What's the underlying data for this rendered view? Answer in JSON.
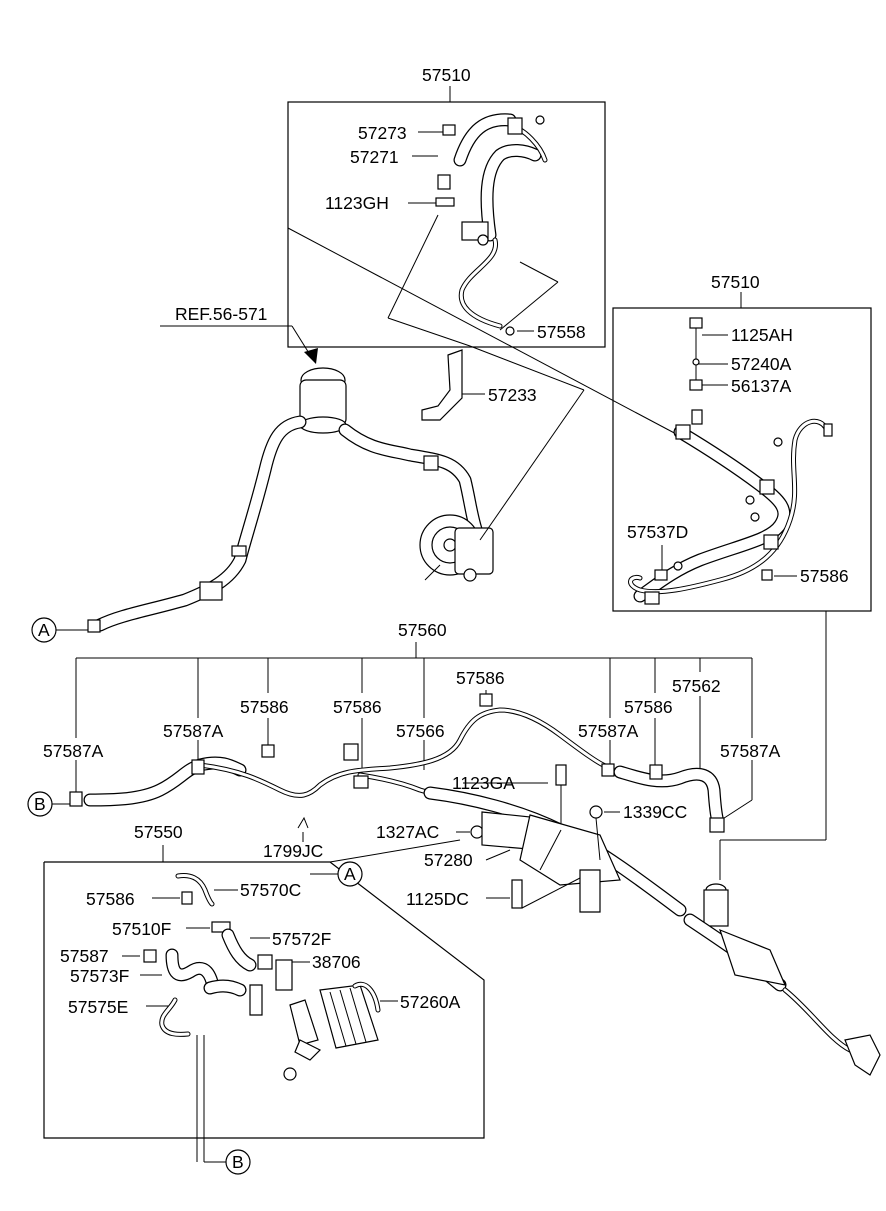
{
  "refs": {
    "ref_56_571": "REF.56-571",
    "circle_a": "A",
    "circle_b": "B"
  },
  "parts": {
    "p57510_top": "57510",
    "p57273": "57273",
    "p57271": "57271",
    "p1123GH": "1123GH",
    "p57558": "57558",
    "p57233": "57233",
    "p57510_right": "57510",
    "p1125AH": "1125AH",
    "p57240A": "57240A",
    "p56137A": "56137A",
    "p57537D": "57537D",
    "p57586_right": "57586",
    "p57560": "57560",
    "p57587A_1": "57587A",
    "p57587A_2": "57587A",
    "p57586_a": "57586",
    "p57586_b": "57586",
    "p57566": "57566",
    "p57586_c": "57586",
    "p57587A_3": "57587A",
    "p57586_d": "57586",
    "p57562": "57562",
    "p57587A_4": "57587A",
    "p1123GA": "1123GA",
    "p1339CC": "1339CC",
    "p1327AC": "1327AC",
    "p57280": "57280",
    "p1799JC": "1799JC",
    "p1125DC": "1125DC",
    "p57550": "57550",
    "p57586_box": "57586",
    "p57570C": "57570C",
    "p57510F": "57510F",
    "p57572F": "57572F",
    "p57587": "57587",
    "p38706": "38706",
    "p57573F": "57573F",
    "p57575E": "57575E",
    "p57260A": "57260A"
  }
}
